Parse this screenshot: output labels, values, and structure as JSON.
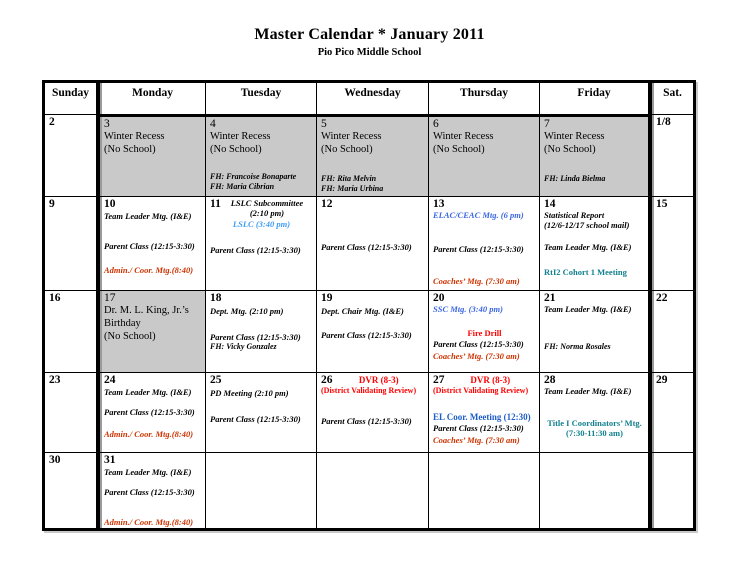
{
  "title": "Master Calendar * January 2011",
  "subtitle": "Pio Pico Middle School",
  "colors": {
    "meeting": "#000000",
    "plain": "#000000",
    "fh": "#000000",
    "admin": "#cc3300",
    "blue": "#3a66e0",
    "lslc": "#3f9df5",
    "alert": "#ff0000",
    "notered": "#ff0000",
    "teal": "#12808e",
    "bluestrong": "#1d5dc7",
    "shaded_bg": "#c9c9c9"
  },
  "calendar": {
    "headers": [
      "Sunday",
      "Monday",
      "Tuesday",
      "Wednesday",
      "Thursday",
      "Friday",
      "Sat."
    ],
    "weeks": [
      {
        "cells": [
          {
            "day": "2"
          },
          {
            "day": "3",
            "shaded": true,
            "events": [
              {
                "text": "Winter Recess",
                "style": "plain"
              },
              {
                "text": "(No School)",
                "style": "plain"
              }
            ]
          },
          {
            "day": "4",
            "shaded": true,
            "events": [
              {
                "text": "Winter Recess",
                "style": "plain"
              },
              {
                "text": "(No School)",
                "style": "plain"
              },
              {
                "text": "FH: Francoise Bonaparte",
                "style": "fh",
                "mt": 16
              },
              {
                "text": "FH: Maria Cibrian",
                "style": "fh"
              }
            ]
          },
          {
            "day": "5",
            "shaded": true,
            "events": [
              {
                "text": "Winter Recess",
                "style": "plain"
              },
              {
                "text": "(No School)",
                "style": "plain"
              },
              {
                "text": "FH: Rita Melvin",
                "style": "fh",
                "mt": 18
              },
              {
                "text": "FH: Maria Urbina",
                "style": "fh"
              }
            ]
          },
          {
            "day": "6",
            "shaded": true,
            "events": [
              {
                "text": "Winter Recess",
                "style": "plain"
              },
              {
                "text": "(No School)",
                "style": "plain"
              }
            ]
          },
          {
            "day": "7",
            "shaded": true,
            "events": [
              {
                "text": "Winter Recess",
                "style": "plain"
              },
              {
                "text": "(No School)",
                "style": "plain"
              },
              {
                "text": "FH: Linda Bielma",
                "style": "fh",
                "mt": 18
              }
            ]
          },
          {
            "day": "1/8"
          }
        ]
      },
      {
        "cells": [
          {
            "day": "9"
          },
          {
            "day": "10",
            "events": [
              {
                "text": "Team Leader Mtg. (I&E)",
                "style": "meeting",
                "mt": 1
              },
              {
                "text": "Parent Class (12:15-3:30)",
                "style": "meeting",
                "mt": 20
              },
              {
                "text": "Admin./ Coor. Mtg.(8:40)",
                "style": "admin",
                "mt": 14
              }
            ]
          },
          {
            "day": "11",
            "inline": {
              "text": "LSLC Subcommittee (2:10 pm)",
              "style": "meeting"
            },
            "events": [
              {
                "text": "LSLC (3:40 pm)",
                "style": "lslc",
                "align": "center"
              },
              {
                "text": "Parent Class (12:15-3:30)",
                "style": "meeting",
                "mt": 16
              }
            ]
          },
          {
            "day": "12",
            "events": [
              {
                "text": "Parent Class (12:15-3:30)",
                "style": "meeting",
                "mt": 32
              }
            ]
          },
          {
            "day": "13",
            "events": [
              {
                "text": "ELAC/CEAC Mtg. (6 pm)",
                "style": "blue"
              },
              {
                "text": "Parent Class (12:15-3:30)",
                "style": "meeting",
                "mt": 24
              },
              {
                "text": "Coaches’ Mtg. (7:30 am)",
                "style": "admin",
                "mt": 22
              }
            ]
          },
          {
            "day": "14",
            "events": [
              {
                "text": "Statistical Report",
                "style": "meeting"
              },
              {
                "text": "(12/6-12/17  school mail)",
                "style": "meeting"
              },
              {
                "text": "Team Leader Mtg. (I&E)",
                "style": "meeting",
                "mt": 12
              },
              {
                "text": "RtI2 Cohort 1 Meeting",
                "style": "teal",
                "mt": 14
              }
            ]
          },
          {
            "day": "15"
          }
        ]
      },
      {
        "cells": [
          {
            "day": "16"
          },
          {
            "day": "17",
            "shaded": true,
            "events": [
              {
                "text": "Dr. M. L. King, Jr.’s",
                "style": "plain"
              },
              {
                "text": "Birthday",
                "style": "plain"
              },
              {
                "text": "(No School)",
                "style": "plain"
              }
            ]
          },
          {
            "day": "18",
            "events": [
              {
                "text": "Dept. Mtg. (2:10 pm)",
                "style": "meeting",
                "mt": 2
              },
              {
                "text": "Parent Class (12:15-3:30)",
                "style": "meeting",
                "mt": 16
              },
              {
                "text": "FH: Vicky Gonzalez",
                "style": "fh"
              }
            ]
          },
          {
            "day": "19",
            "events": [
              {
                "text": "Dept. Chair Mtg.  (I&E)",
                "style": "meeting",
                "mt": 2
              },
              {
                "text": "Parent Class (12:15-3:30)",
                "style": "meeting",
                "mt": 14
              }
            ]
          },
          {
            "day": "20",
            "events": [
              {
                "text": "SSC Mtg. (3:40 pm)",
                "style": "blue"
              },
              {
                "text": "Fire Drill",
                "style": "alert",
                "align": "center",
                "mt": 14
              },
              {
                "text": "Parent Class (12:15-3:30)",
                "style": "meeting",
                "mt": 1
              },
              {
                "text": "Coaches’ Mtg. (7:30 am)",
                "style": "admin",
                "mt": 1
              }
            ]
          },
          {
            "day": "21",
            "events": [
              {
                "text": "Team Leader Mtg. (I&E)",
                "style": "meeting"
              },
              {
                "text": "FH: Norma Rosales",
                "style": "fh",
                "mt": 28
              }
            ]
          },
          {
            "day": "22"
          }
        ]
      },
      {
        "cells": [
          {
            "day": "23"
          },
          {
            "day": "24",
            "events": [
              {
                "text": "Team Leader Mtg. (I&E)",
                "style": "meeting",
                "mt": 1
              },
              {
                "text": "Parent Class (12:15-3:30)",
                "style": "meeting",
                "mt": 10
              },
              {
                "text": "Admin./ Coor. Mtg.(8:40)",
                "style": "admin",
                "mt": 12
              }
            ]
          },
          {
            "day": "25",
            "events": [
              {
                "text": "PD Meeting (2:10 pm)",
                "style": "meeting",
                "mt": 2
              },
              {
                "text": "Parent Class (12:15-3:30)",
                "style": "meeting",
                "mt": 16
              }
            ]
          },
          {
            "day": "26",
            "inline": {
              "text": "DVR (8-3)",
              "style": "alert"
            },
            "events": [
              {
                "text": "(District Validating Review)",
                "style": "notered"
              },
              {
                "text": "Parent Class (12:15-3:30)",
                "style": "meeting",
                "mt": 20
              }
            ]
          },
          {
            "day": "27",
            "inline": {
              "text": "DVR (8-3)",
              "style": "alert"
            },
            "events": [
              {
                "text": "(District Validating Review)",
                "style": "notered"
              },
              {
                "text": "EL Coor. Meeting (12:30)",
                "style": "bluestrong",
                "mt": 16
              },
              {
                "text": "Parent Class (12:15-3:30)",
                "style": "meeting",
                "mt": 1
              },
              {
                "text": "Coaches’ Mtg. (7:30 am)",
                "style": "admin",
                "mt": 1
              }
            ]
          },
          {
            "day": "28",
            "events": [
              {
                "text": "Team Leader Mtg. (I&E)",
                "style": "meeting"
              },
              {
                "text": "Title I Coordinators’ Mtg.",
                "style": "teal",
                "align": "center",
                "mt": 22
              },
              {
                "text": "(7:30-11:30 am)",
                "style": "teal",
                "align": "center"
              }
            ]
          },
          {
            "day": "29"
          }
        ]
      },
      {
        "cells": [
          {
            "day": "30"
          },
          {
            "day": "31",
            "events": [
              {
                "text": "Team Leader Mtg. (I&E)",
                "style": "meeting",
                "mt": 1
              },
              {
                "text": "Parent Class (12:15-3:30)",
                "style": "meeting",
                "mt": 10
              },
              {
                "text": "Admin./ Coor. Mtg.(8:40)",
                "style": "admin",
                "mt": 20
              }
            ]
          },
          {},
          {},
          {},
          {},
          {}
        ]
      }
    ]
  }
}
